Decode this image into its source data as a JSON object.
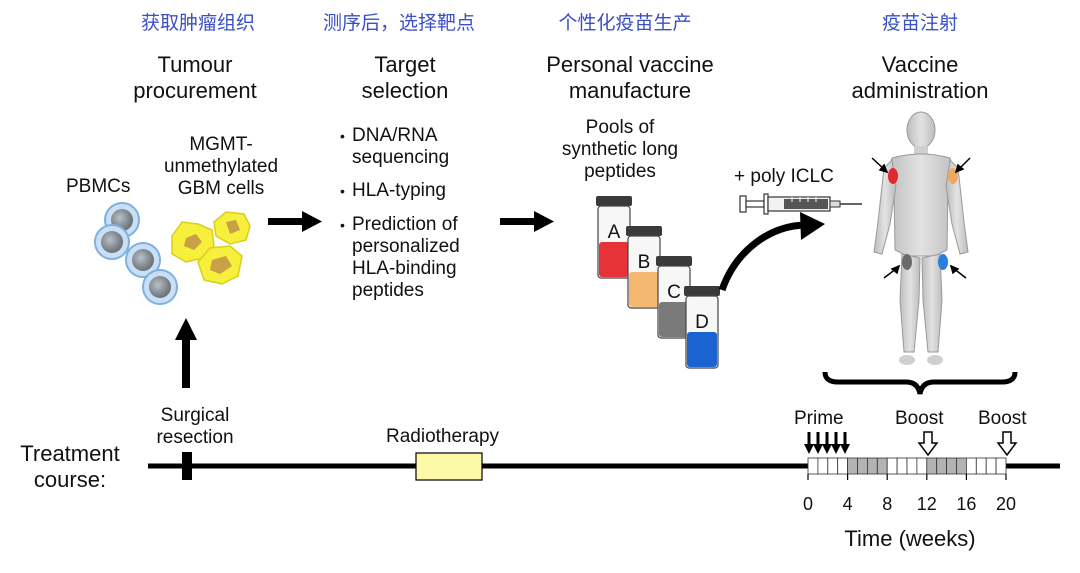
{
  "stages": [
    {
      "cn": "获取肿瘤组织",
      "title_line1": "Tumour",
      "title_line2": "procurement"
    },
    {
      "cn": "测序后，选择靶点",
      "title_line1": "Target",
      "title_line2": "selection"
    },
    {
      "cn": "个性化疫苗生产",
      "title_line1": "Personal vaccine",
      "title_line2": "manufacture"
    },
    {
      "cn": "疫苗注射",
      "title_line1": "Vaccine",
      "title_line2": "administration"
    }
  ],
  "procurement": {
    "pbmc_label": "PBMCs",
    "gbm_line1": "MGMT-",
    "gbm_line2": "unmethylated",
    "gbm_line3": "GBM cells"
  },
  "selection": {
    "items": [
      {
        "lines": [
          "DNA/RNA",
          "sequencing"
        ]
      },
      {
        "lines": [
          "HLA-typing"
        ]
      },
      {
        "lines": [
          "Prediction of",
          "personalized",
          "HLA-binding",
          "peptides"
        ]
      }
    ]
  },
  "manufacture": {
    "pools_line1": "Pools of",
    "pools_line2": "synthetic long",
    "pools_line3": "peptides",
    "vials": [
      {
        "letter": "A",
        "color": "#e8323a"
      },
      {
        "letter": "B",
        "color": "#f5b870"
      },
      {
        "letter": "C",
        "color": "#7a7a7a"
      },
      {
        "letter": "D",
        "color": "#1a63d1"
      }
    ],
    "adjuvant": "+ poly ICLC"
  },
  "injection_sites": [
    {
      "site": "left-arm",
      "color": "#e4282d"
    },
    {
      "site": "right-arm",
      "color": "#f0a860"
    },
    {
      "site": "left-thigh",
      "color": "#6b6b6b"
    },
    {
      "site": "right-thigh",
      "color": "#2a7de1"
    }
  ],
  "timeline": {
    "course_line1": "Treatment",
    "course_line2": "course:",
    "surgery_line1": "Surgical",
    "surgery_line2": "resection",
    "radiotherapy": "Radiotherapy",
    "prime": "Prime",
    "boost1": "Boost",
    "boost2": "Boost",
    "ticks": [
      "0",
      "4",
      "8",
      "12",
      "16",
      "20"
    ],
    "axis_label": "Time (weeks)"
  }
}
